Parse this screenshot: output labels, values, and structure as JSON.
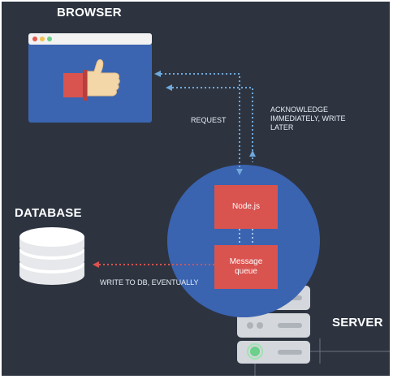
{
  "labels": {
    "browser": "BROWSER",
    "database": "DATABASE",
    "server": "SERVER",
    "request": "REQUEST",
    "acknowledge": "ACKNOWLEDGE IMMEDIATELY, WRITE LATER",
    "write_db": "WRITE TO DB, EVENTUALLY"
  },
  "boxes": {
    "nodejs": "Node.js",
    "queue": "Message queue"
  },
  "colors": {
    "background": "#2d3440",
    "browser_window": "#3b65b0",
    "circle": "#3a63b0",
    "box": "#d9534f",
    "request_arrow": "#6fa8dc",
    "db_arrow": "#d9534f",
    "database": "#e6e8eb",
    "server": "#d4d7db"
  },
  "icons": [
    "thumbs-up-icon",
    "database-icon",
    "server-icon"
  ]
}
